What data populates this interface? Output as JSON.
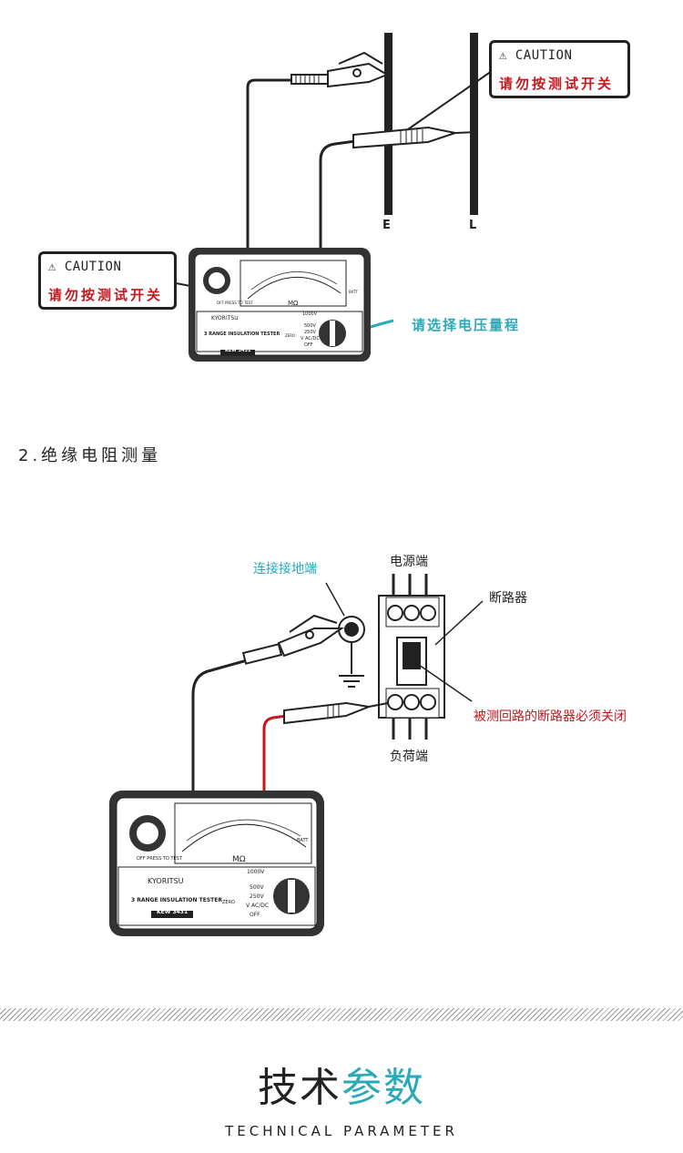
{
  "diagram1": {
    "caution_right": {
      "head": "CAUTION",
      "text": "请勿按测试开关"
    },
    "caution_left": {
      "head": "CAUTION",
      "text": "请勿按测试开关"
    },
    "select_range": "请选择电压量程",
    "label_e": "E",
    "label_l": "L"
  },
  "section_heading": "2.绝缘电阻测量",
  "diagram2": {
    "ground_label": "连接接地端",
    "power_label": "电源端",
    "breaker_label": "断路器",
    "breaker_note": "被测回路的断路器必须关闭",
    "load_label": "负荷端"
  },
  "tester": {
    "brand": "KYORITSU",
    "range_text": "3 RANGE INSULATION TESTER",
    "model": "KEW 3431",
    "unit": "MΩ",
    "positions": [
      "1000V",
      "500V",
      "250V",
      "V AC/DC",
      "OFF"
    ],
    "zero": "ZERO",
    "batt": "BATT",
    "press_text": "OFF PRESS TO TEST"
  },
  "footer": {
    "title_black": "技术",
    "title_cyan": "参数",
    "subtitle": "TECHNICAL PARAMETER"
  },
  "colors": {
    "cyan": "#2aa9b8",
    "red": "#c8161d",
    "dark": "#222222"
  }
}
